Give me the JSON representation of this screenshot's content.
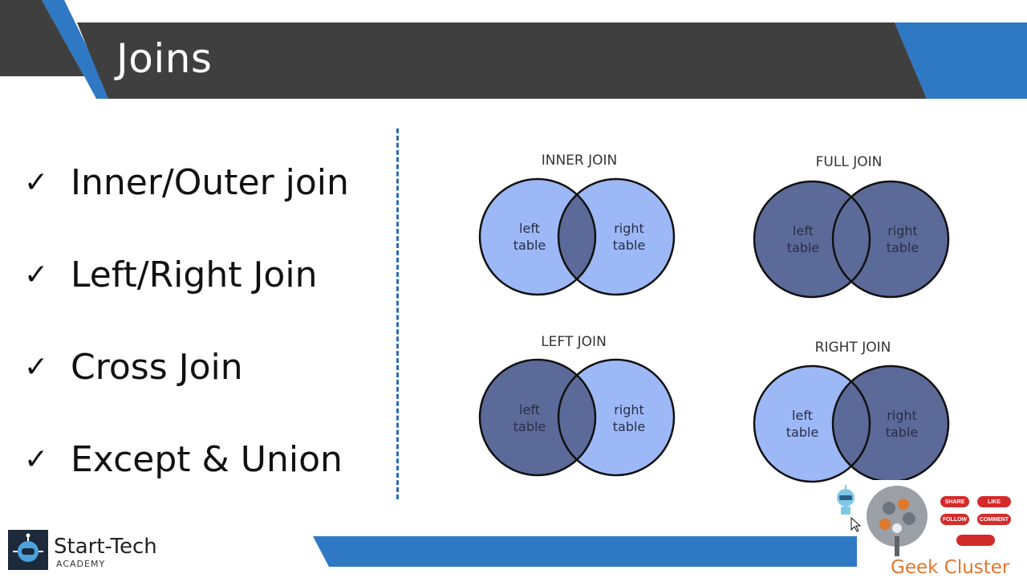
{
  "slide": {
    "title": "Joins",
    "bullets": [
      {
        "check": "✓",
        "text": "Inner/Outer join"
      },
      {
        "check": "✓",
        "text": "Left/Right Join"
      },
      {
        "check": "✓",
        "text": "Cross Join"
      },
      {
        "check": "✓",
        "text": "Except & Union"
      }
    ]
  },
  "diagrams": [
    {
      "title": "INNER JOIN",
      "left": "left\ntable",
      "right": "right\ntable",
      "fill": "intersection"
    },
    {
      "title": "FULL JOIN",
      "left": "left\ntable",
      "right": "right\ntable",
      "fill": "both"
    },
    {
      "title": "LEFT JOIN",
      "left": "left\ntable",
      "right": "right\ntable",
      "fill": "left"
    },
    {
      "title": "RIGHT JOIN",
      "left": "left\ntable",
      "right": "right\ntable",
      "fill": "right"
    }
  ],
  "colors": {
    "header_dark": "#3f3f3f",
    "accent_blue": "#2f78c4",
    "venn_light": "#9cb8f6",
    "venn_dark": "#5b6a98"
  },
  "branding": {
    "logo_name": "Start-Tech",
    "logo_sub": "ACADEMY",
    "watermark": "Geek Cluster",
    "watermark_badges": [
      "SHARE",
      "LIKE",
      "FOLLOW",
      "COMMENT"
    ]
  }
}
